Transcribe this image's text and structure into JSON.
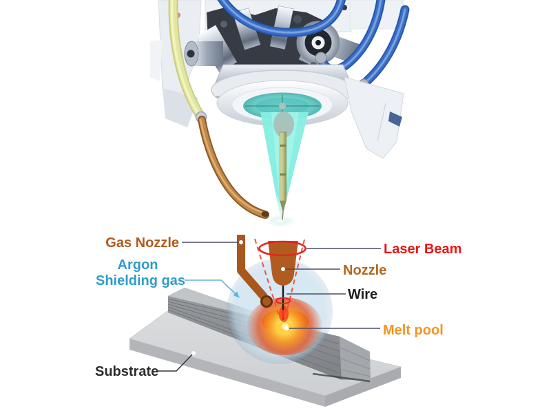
{
  "figure": {
    "background": "#ffffff",
    "labels": {
      "gas_nozzle": "Gas Nozzle",
      "argon_line1": "Argon",
      "argon_line2": "Shielding gas",
      "laser_beam": "Laser Beam",
      "nozzle": "Nozzle",
      "wire": "Wire",
      "melt_pool": "Melt pool",
      "substrate": "Substrate"
    },
    "label_colors": {
      "gas_nozzle": "#b25a1d",
      "argon": "#2e9cc8",
      "laser_beam": "#ee1414",
      "nozzle": "#b4671f",
      "wire": "#1c1c1c",
      "melt_pool": "#f7941d",
      "substrate": "#2b2b2b"
    },
    "palette": {
      "beam_teal": "#7deede",
      "hose_blue": "#3a6fc8",
      "hose_yellow": "#e2e6a0",
      "copper_tube": "#b0763a",
      "schematic_brown": "#ad5a1e",
      "laser_red": "#e8231d",
      "dashed_red": "#e8564a",
      "melt_orange": "#f59b1f",
      "shielding_gas_blue": "#cfe3f1",
      "wall_gray": "#8b8e92",
      "substrate_gray": "#d4d6d8",
      "leader_dark": "#4c4f66",
      "leader_light_blue": "#5fb6d9"
    }
  }
}
